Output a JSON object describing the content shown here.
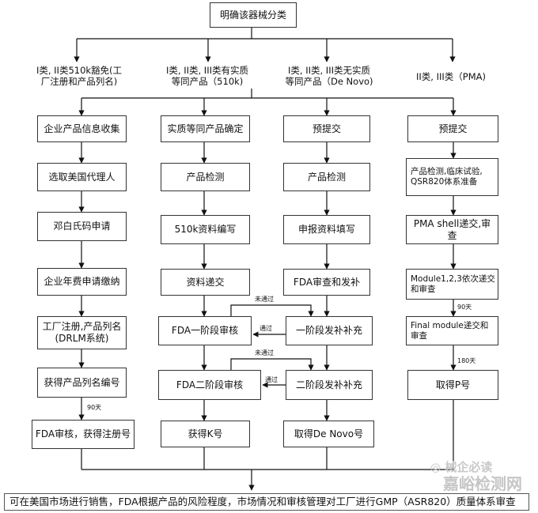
{
  "title": "明确该器械分类",
  "branches": [
    {
      "label": "I类, II类510k豁免(工\n厂注册和产品列名)",
      "steps": [
        "企业产品信息收集",
        "选取美国代理人",
        "邓白氏码申请",
        "企业年费申请缴纳",
        "工厂注册,产品列名\n(DRLM系统)",
        "获得产品列名编号",
        "FDA审核，获得注册号"
      ]
    },
    {
      "label": "I类, II类, III类有实质\n等同产品（510k)",
      "steps": [
        "实质等同产品确定",
        "产品检测",
        "510k资料编写",
        "资料递交",
        "FDA一阶段审核",
        "FDA二阶段审核",
        "获得K号"
      ]
    },
    {
      "label": "I类, II类, III类无实质\n等同产品（De Novo)",
      "steps": [
        "预提交",
        "产品检测",
        "申报资料填写",
        "FDA审查和发补",
        "一阶段发补补充",
        "二阶段发补补充",
        "取得De Novo号"
      ]
    },
    {
      "label": "II类, III类（PMA)",
      "steps": [
        "预提交",
        "产品检测,临床试验,\nQSR820体系准备",
        "PMA shell递交,审查",
        "Module1,2,3依次递交\n和审查",
        "Final module递交和\n审查",
        "取得P号"
      ]
    }
  ],
  "edge_labels": {
    "not_passed": "未通过",
    "passed": "通过",
    "days_90": "90天",
    "days_180": "180天"
  },
  "bottom_text": "可在美国市场进行销售，FDA根据产品的风险程度，市场情况和审核管理对工厂进行GMP（ASR820）质量体系审查",
  "watermarks": {
    "wechat": "械企必读",
    "site": "嘉峪检测网"
  }
}
